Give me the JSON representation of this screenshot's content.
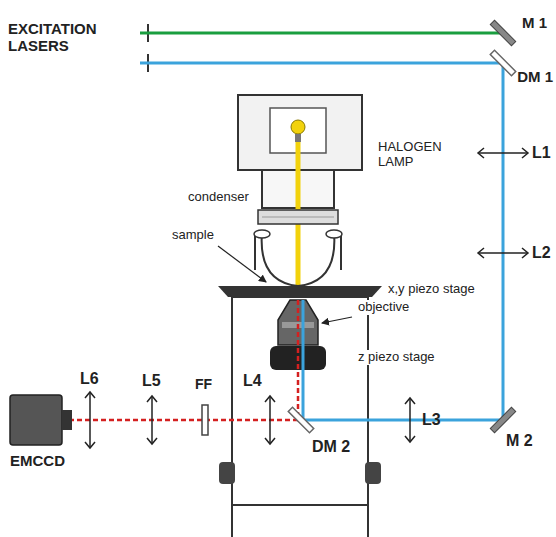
{
  "diagram": {
    "labels": [
      "EXCITATION LASERS",
      "M 1",
      "DM 1",
      "L1",
      "HALOGEN LAMP",
      "L2",
      "condenser",
      "sample",
      "x,y piezo stage",
      "objective",
      "z piezo stage",
      "L6",
      "L5",
      "FF",
      "L4",
      "L3",
      "M 2",
      "DM 2",
      "EMCCD"
    ]
  }
}
